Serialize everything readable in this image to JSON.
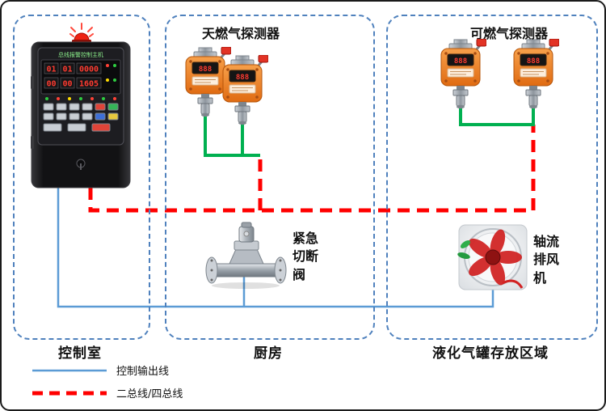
{
  "colors": {
    "control_output": "#5B9BD5",
    "bus": "#FF0000",
    "detector_link": "#00B050",
    "zone_border": "#4F81BD"
  },
  "zones": {
    "control_room": {
      "label": "控制室"
    },
    "kitchen": {
      "label": "厨房",
      "title": "天燃气探测器"
    },
    "lpg": {
      "label": "液化气罐存放区域",
      "title": "可燃气探测器"
    }
  },
  "panel": {
    "title": "总线报警控制主机",
    "display_row1": [
      "01",
      "01",
      "0000"
    ],
    "display_row2": [
      "00",
      "00",
      "1605"
    ]
  },
  "detector": {
    "display": "888"
  },
  "valve": {
    "label_lines": [
      "紧急",
      "切断",
      "阀"
    ]
  },
  "fan": {
    "label_lines": [
      "轴流",
      "排风",
      "机"
    ]
  },
  "legend": {
    "control_output": "控制输出线",
    "bus": "二总线/四总线"
  }
}
